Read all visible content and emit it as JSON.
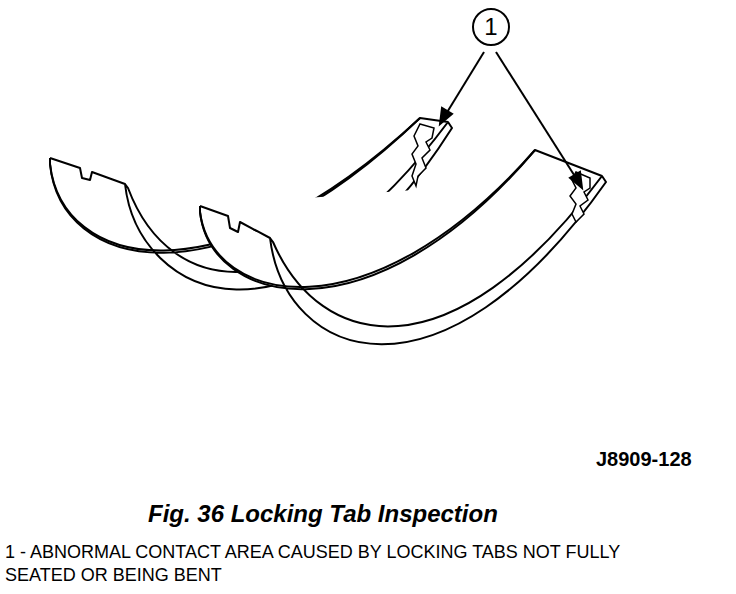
{
  "diagram": {
    "caption": "Fig. 36 Locking Tab Inspection",
    "nodes": [
      {
        "text": [
          "1"
        ]
      }
    ],
    "labels": [
      "J8909-128",
      "1 - ABNORMAL CONTACT AREA CAUSED BY LOCKING TABS NOT FULLY SEATED OR BEING BENT"
    ]
  }
}
